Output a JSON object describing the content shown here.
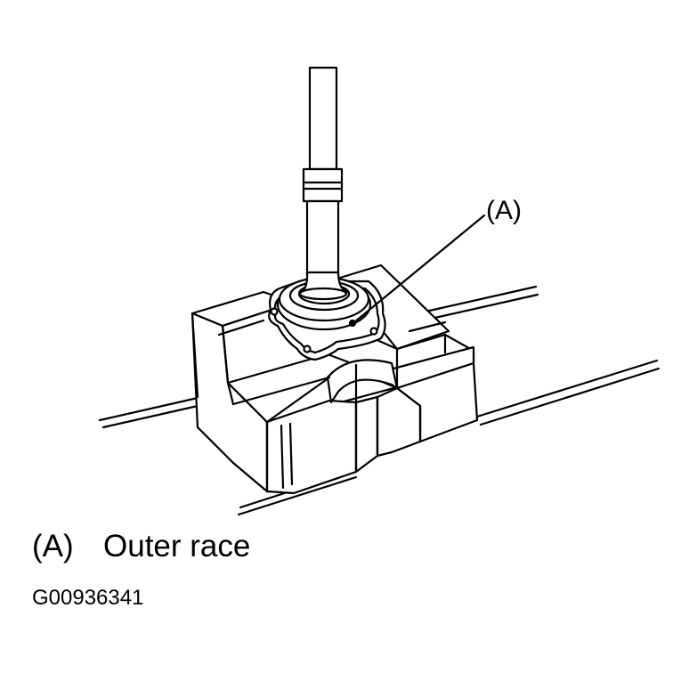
{
  "callout": {
    "marker": "(A)"
  },
  "legend": {
    "key": "(A)",
    "text": "Outer race"
  },
  "figure_id": "G00936341"
}
